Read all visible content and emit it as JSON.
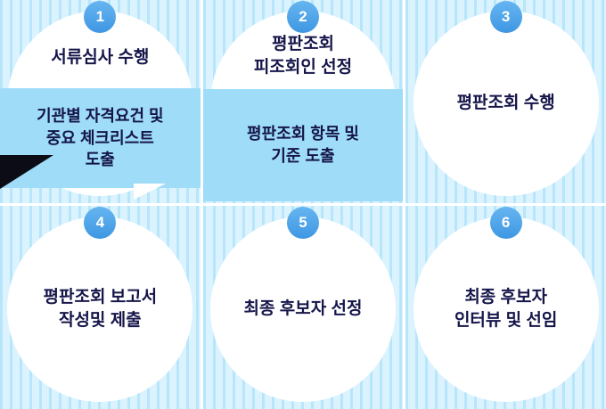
{
  "steps": [
    {
      "number": "1",
      "title": "서류심사 수행",
      "detail": "기관별 자격요건 및\n중요 체크리스트\n도출"
    },
    {
      "number": "2",
      "title": "평판조회\n피조회인 선정",
      "detail": "평판조회 항목 및\n기준 도출"
    },
    {
      "number": "3",
      "title": "평판조회 수행"
    },
    {
      "number": "4",
      "title": "평판조회  보고서\n작성및 제출"
    },
    {
      "number": "5",
      "title": "최종 후보자 선정"
    },
    {
      "number": "6",
      "title": "최종 후보자\n인터뷰 및 선임"
    }
  ],
  "colors": {
    "stripe_dark": "#b7e6fb",
    "stripe_light": "#dbf3fe",
    "badge_blue": "#3e97e2",
    "detail_box_blue": "#9edcf8",
    "title_text": "#15154a",
    "circle_white": "#ffffff"
  }
}
